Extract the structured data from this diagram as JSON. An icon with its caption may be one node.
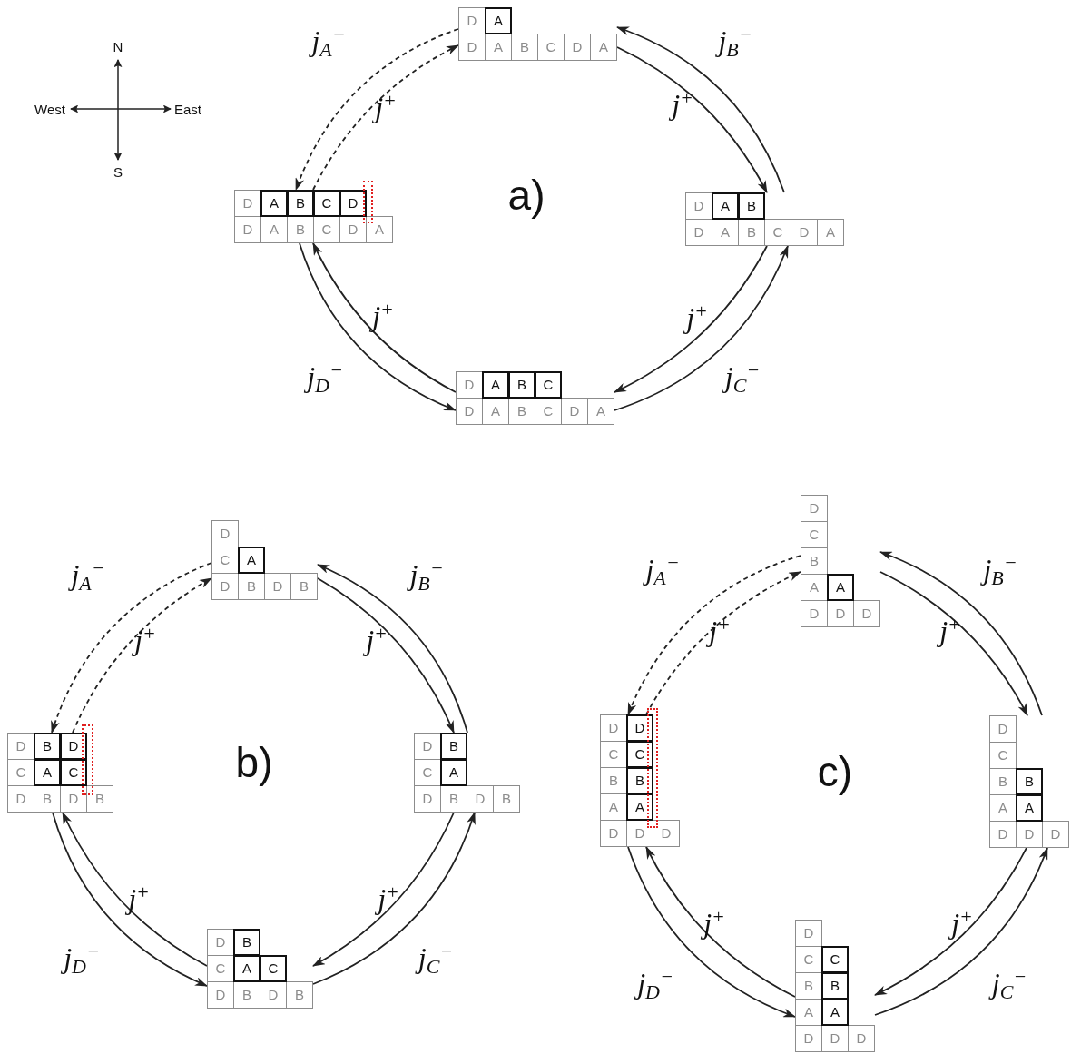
{
  "diagram": {
    "nodes": [
      {
        "text": [],
        "shape": "box"
      },
      {
        "text": [
          "D"
        ],
        "in": 0
      },
      {
        "text": [
          "A"
        ],
        "in": 0
      },
      {
        "text": [
          "D"
        ],
        "in": 0
      },
      {
        "text": [
          "A"
        ],
        "in": 0
      },
      {
        "text": [
          "B"
        ],
        "in": 0
      },
      {
        "text": [
          "C"
        ],
        "in": 0
      },
      {
        "text": [
          "D"
        ],
        "in": 0
      },
      {
        "text": [
          "A"
        ],
        "in": 0
      },
      {
        "text": [],
        "shape": "box"
      },
      {
        "text": [
          "D"
        ],
        "in": 9
      },
      {
        "text": [
          "A"
        ],
        "in": 9
      },
      {
        "text": [
          "B"
        ],
        "in": 9
      },
      {
        "text": [
          "C"
        ],
        "in": 9
      },
      {
        "text": [
          "D"
        ],
        "in": 9
      },
      {
        "text": [
          "D"
        ],
        "in": 9
      },
      {
        "text": [
          "A"
        ],
        "in": 9
      },
      {
        "text": [
          "B"
        ],
        "in": 9
      },
      {
        "text": [
          "C"
        ],
        "in": 9
      },
      {
        "text": [
          "D"
        ],
        "in": 9
      },
      {
        "text": [
          "A"
        ],
        "in": 9
      },
      {
        "text": [],
        "shape": "box"
      },
      {
        "text": [
          "D"
        ],
        "in": 21
      },
      {
        "text": [
          "A"
        ],
        "in": 21
      },
      {
        "text": [
          "B"
        ],
        "in": 21
      },
      {
        "text": [
          "D"
        ],
        "in": 21
      },
      {
        "text": [
          "A"
        ],
        "in": 21
      },
      {
        "text": [
          "B"
        ],
        "in": 21
      },
      {
        "text": [
          "C"
        ],
        "in": 21
      },
      {
        "text": [
          "D"
        ],
        "in": 21
      },
      {
        "text": [
          "A"
        ],
        "in": 21
      },
      {
        "text": [],
        "shape": "box"
      },
      {
        "text": [
          "D"
        ],
        "in": 31
      },
      {
        "text": [
          "A"
        ],
        "in": 31
      },
      {
        "text": [
          "B"
        ],
        "in": 31
      },
      {
        "text": [
          "C"
        ],
        "in": 31
      },
      {
        "text": [
          "D"
        ],
        "in": 31
      },
      {
        "text": [
          "A"
        ],
        "in": 31
      },
      {
        "text": [
          "B"
        ],
        "in": 31
      },
      {
        "text": [
          "C"
        ],
        "in": 31
      },
      {
        "text": [
          "D"
        ],
        "in": 31
      },
      {
        "text": [
          "A"
        ],
        "in": 31
      },
      {
        "text": [],
        "shape": "box"
      },
      {
        "text": [
          "D"
        ],
        "in": 42
      },
      {
        "text": [
          "C"
        ],
        "in": 42
      },
      {
        "text": [
          "A"
        ],
        "in": 42
      },
      {
        "text": [
          "D"
        ],
        "in": 42
      },
      {
        "text": [
          "B"
        ],
        "in": 42
      },
      {
        "text": [
          "D"
        ],
        "in": 42
      },
      {
        "text": [
          "B"
        ],
        "in": 42
      },
      {
        "text": [],
        "shape": "box"
      },
      {
        "text": [
          "D"
        ],
        "in": 50
      },
      {
        "text": [
          "B"
        ],
        "in": 50
      },
      {
        "text": [
          "D"
        ],
        "in": 50
      },
      {
        "text": [
          "C"
        ],
        "in": 50
      },
      {
        "text": [
          "A"
        ],
        "in": 50
      },
      {
        "text": [
          "C"
        ],
        "in": 50
      },
      {
        "text": [
          "D"
        ],
        "in": 50
      },
      {
        "text": [
          "B"
        ],
        "in": 50
      },
      {
        "text": [
          "D"
        ],
        "in": 50
      },
      {
        "text": [
          "B"
        ],
        "in": 50
      },
      {
        "text": [],
        "shape": "box"
      },
      {
        "text": [
          "D"
        ],
        "in": 61
      },
      {
        "text": [
          "B"
        ],
        "in": 61
      },
      {
        "text": [
          "C"
        ],
        "in": 61
      },
      {
        "text": [
          "A"
        ],
        "in": 61
      },
      {
        "text": [
          "D"
        ],
        "in": 61
      },
      {
        "text": [
          "B"
        ],
        "in": 61
      },
      {
        "text": [
          "D"
        ],
        "in": 61
      },
      {
        "text": [
          "B"
        ],
        "in": 61
      },
      {
        "text": [],
        "shape": "box"
      },
      {
        "text": [
          "D"
        ],
        "in": 70
      },
      {
        "text": [
          "B"
        ],
        "in": 70
      },
      {
        "text": [
          "C"
        ],
        "in": 70
      },
      {
        "text": [
          "A"
        ],
        "in": 70
      },
      {
        "text": [
          "C"
        ],
        "in": 70
      },
      {
        "text": [
          "D"
        ],
        "in": 70
      },
      {
        "text": [
          "B"
        ],
        "in": 70
      },
      {
        "text": [
          "D"
        ],
        "in": 70
      },
      {
        "text": [
          "B"
        ],
        "in": 70
      },
      {
        "text": [],
        "shape": "box"
      },
      {
        "text": [
          "D"
        ],
        "in": 80
      },
      {
        "text": [
          "C"
        ],
        "in": 80
      },
      {
        "text": [
          "B"
        ],
        "in": 80
      },
      {
        "text": [
          "A"
        ],
        "in": 80
      },
      {
        "text": [
          "A"
        ],
        "in": 80
      },
      {
        "text": [
          "D"
        ],
        "in": 80
      },
      {
        "text": [
          "D"
        ],
        "in": 80
      },
      {
        "text": [
          "D"
        ],
        "in": 80
      },
      {
        "text": [],
        "shape": "box"
      },
      {
        "text": [
          "D"
        ],
        "in": 89
      },
      {
        "text": [
          "D"
        ],
        "in": 89
      },
      {
        "text": [
          "C"
        ],
        "in": 89
      },
      {
        "text": [
          "C"
        ],
        "in": 89
      },
      {
        "text": [
          "B"
        ],
        "in": 89
      },
      {
        "text": [
          "B"
        ],
        "in": 89
      },
      {
        "text": [
          "A"
        ],
        "in": 89
      },
      {
        "text": [
          "A"
        ],
        "in": 89
      },
      {
        "text": [
          "D"
        ],
        "in": 89
      },
      {
        "text": [
          "D"
        ],
        "in": 89
      },
      {
        "text": [
          "D"
        ],
        "in": 89
      },
      {
        "text": [],
        "shape": "box"
      },
      {
        "text": [
          "D"
        ],
        "in": 101
      },
      {
        "text": [
          "C"
        ],
        "in": 101
      },
      {
        "text": [
          "B"
        ],
        "in": 101
      },
      {
        "text": [
          "B"
        ],
        "in": 101
      },
      {
        "text": [
          "A"
        ],
        "in": 101
      },
      {
        "text": [
          "A"
        ],
        "in": 101
      },
      {
        "text": [
          "D"
        ],
        "in": 101
      },
      {
        "text": [
          "D"
        ],
        "in": 101
      },
      {
        "text": [
          "D"
        ],
        "in": 101
      },
      {
        "text": [],
        "shape": "box"
      },
      {
        "text": [
          "D"
        ],
        "in": 111
      },
      {
        "text": [
          "C"
        ],
        "in": 111
      },
      {
        "text": [
          "C"
        ],
        "in": 111
      },
      {
        "text": [
          "B"
        ],
        "in": 111
      },
      {
        "text": [
          "B"
        ],
        "in": 111
      },
      {
        "text": [
          "A"
        ],
        "in": 111
      },
      {
        "text": [
          "A"
        ],
        "in": 111
      },
      {
        "text": [
          "D"
        ],
        "in": 111
      },
      {
        "text": [
          "D"
        ],
        "in": 111
      },
      {
        "text": [
          "D"
        ],
        "in": 111
      }
    ],
    "edges": [
      {
        "from": 9,
        "to": 0,
        "arrow": "to",
        "style": "dashed",
        "label": "j$^{+}$"
      },
      {
        "from": 0,
        "to": 9,
        "arrow": "to",
        "style": "dashed",
        "label": "j$_{A}$$^{−}$"
      },
      {
        "from": 0,
        "to": 21,
        "arrow": "to",
        "label": "j$^{+}$"
      },
      {
        "from": 21,
        "to": 0,
        "arrow": "to",
        "label": "j$_{B}$$^{−}$"
      },
      {
        "from": 21,
        "to": 31,
        "arrow": "to",
        "label": "j$^{+}$"
      },
      {
        "from": 31,
        "to": 21,
        "arrow": "to",
        "label": "j$_{C}$$^{−}$"
      },
      {
        "from": 31,
        "to": 9,
        "arrow": "to",
        "label": "j$^{+}$"
      },
      {
        "from": 9,
        "to": 31,
        "arrow": "to",
        "label": "j$_{D}$$^{−}$"
      },
      {
        "from": 50,
        "to": 42,
        "arrow": "to",
        "style": "dashed",
        "label": "j$^{+}$"
      },
      {
        "from": 42,
        "to": 50,
        "arrow": "to",
        "style": "dashed",
        "label": "j$_{A}$$^{−}$"
      },
      {
        "from": 42,
        "to": 61,
        "arrow": "to",
        "label": "j$^{+}$"
      },
      {
        "from": 61,
        "to": 42,
        "arrow": "to",
        "label": "j$_{B}$$^{−}$"
      },
      {
        "from": 61,
        "to": 70,
        "arrow": "to",
        "label": "j$^{+}$"
      },
      {
        "from": 70,
        "to": 61,
        "arrow": "to",
        "label": "j$_{C}$$^{−}$"
      },
      {
        "from": 70,
        "to": 50,
        "arrow": "to",
        "label": "j$^{+}$"
      },
      {
        "from": 50,
        "to": 70,
        "arrow": "to",
        "label": "j$_{D}$$^{−}$"
      },
      {
        "from": 89,
        "to": 80,
        "arrow": "to",
        "style": "dashed",
        "label": "j$^{+}$"
      },
      {
        "from": 80,
        "to": 89,
        "arrow": "to",
        "style": "dashed",
        "label": "j$_{A}$$^{−}$"
      },
      {
        "from": 80,
        "to": 101,
        "arrow": "to",
        "label": "j$^{+}$"
      },
      {
        "from": 101,
        "to": 80,
        "arrow": "to",
        "label": "j$_{B}$$^{−}$"
      },
      {
        "from": 101,
        "to": 111,
        "arrow": "to",
        "label": "j$^{+}$"
      },
      {
        "from": 111,
        "to": 101,
        "arrow": "to",
        "label": "j$_{C}$$^{−}$"
      },
      {
        "from": 111,
        "to": 89,
        "arrow": "to",
        "label": "j$^{+}$"
      },
      {
        "from": 89,
        "to": 111,
        "arrow": "to",
        "label": "j$_{D}$$^{−}$"
      }
    ],
    "labels": [
      "N",
      "West",
      "East",
      "S",
      "a)",
      "b)",
      "c)"
    ]
  }
}
